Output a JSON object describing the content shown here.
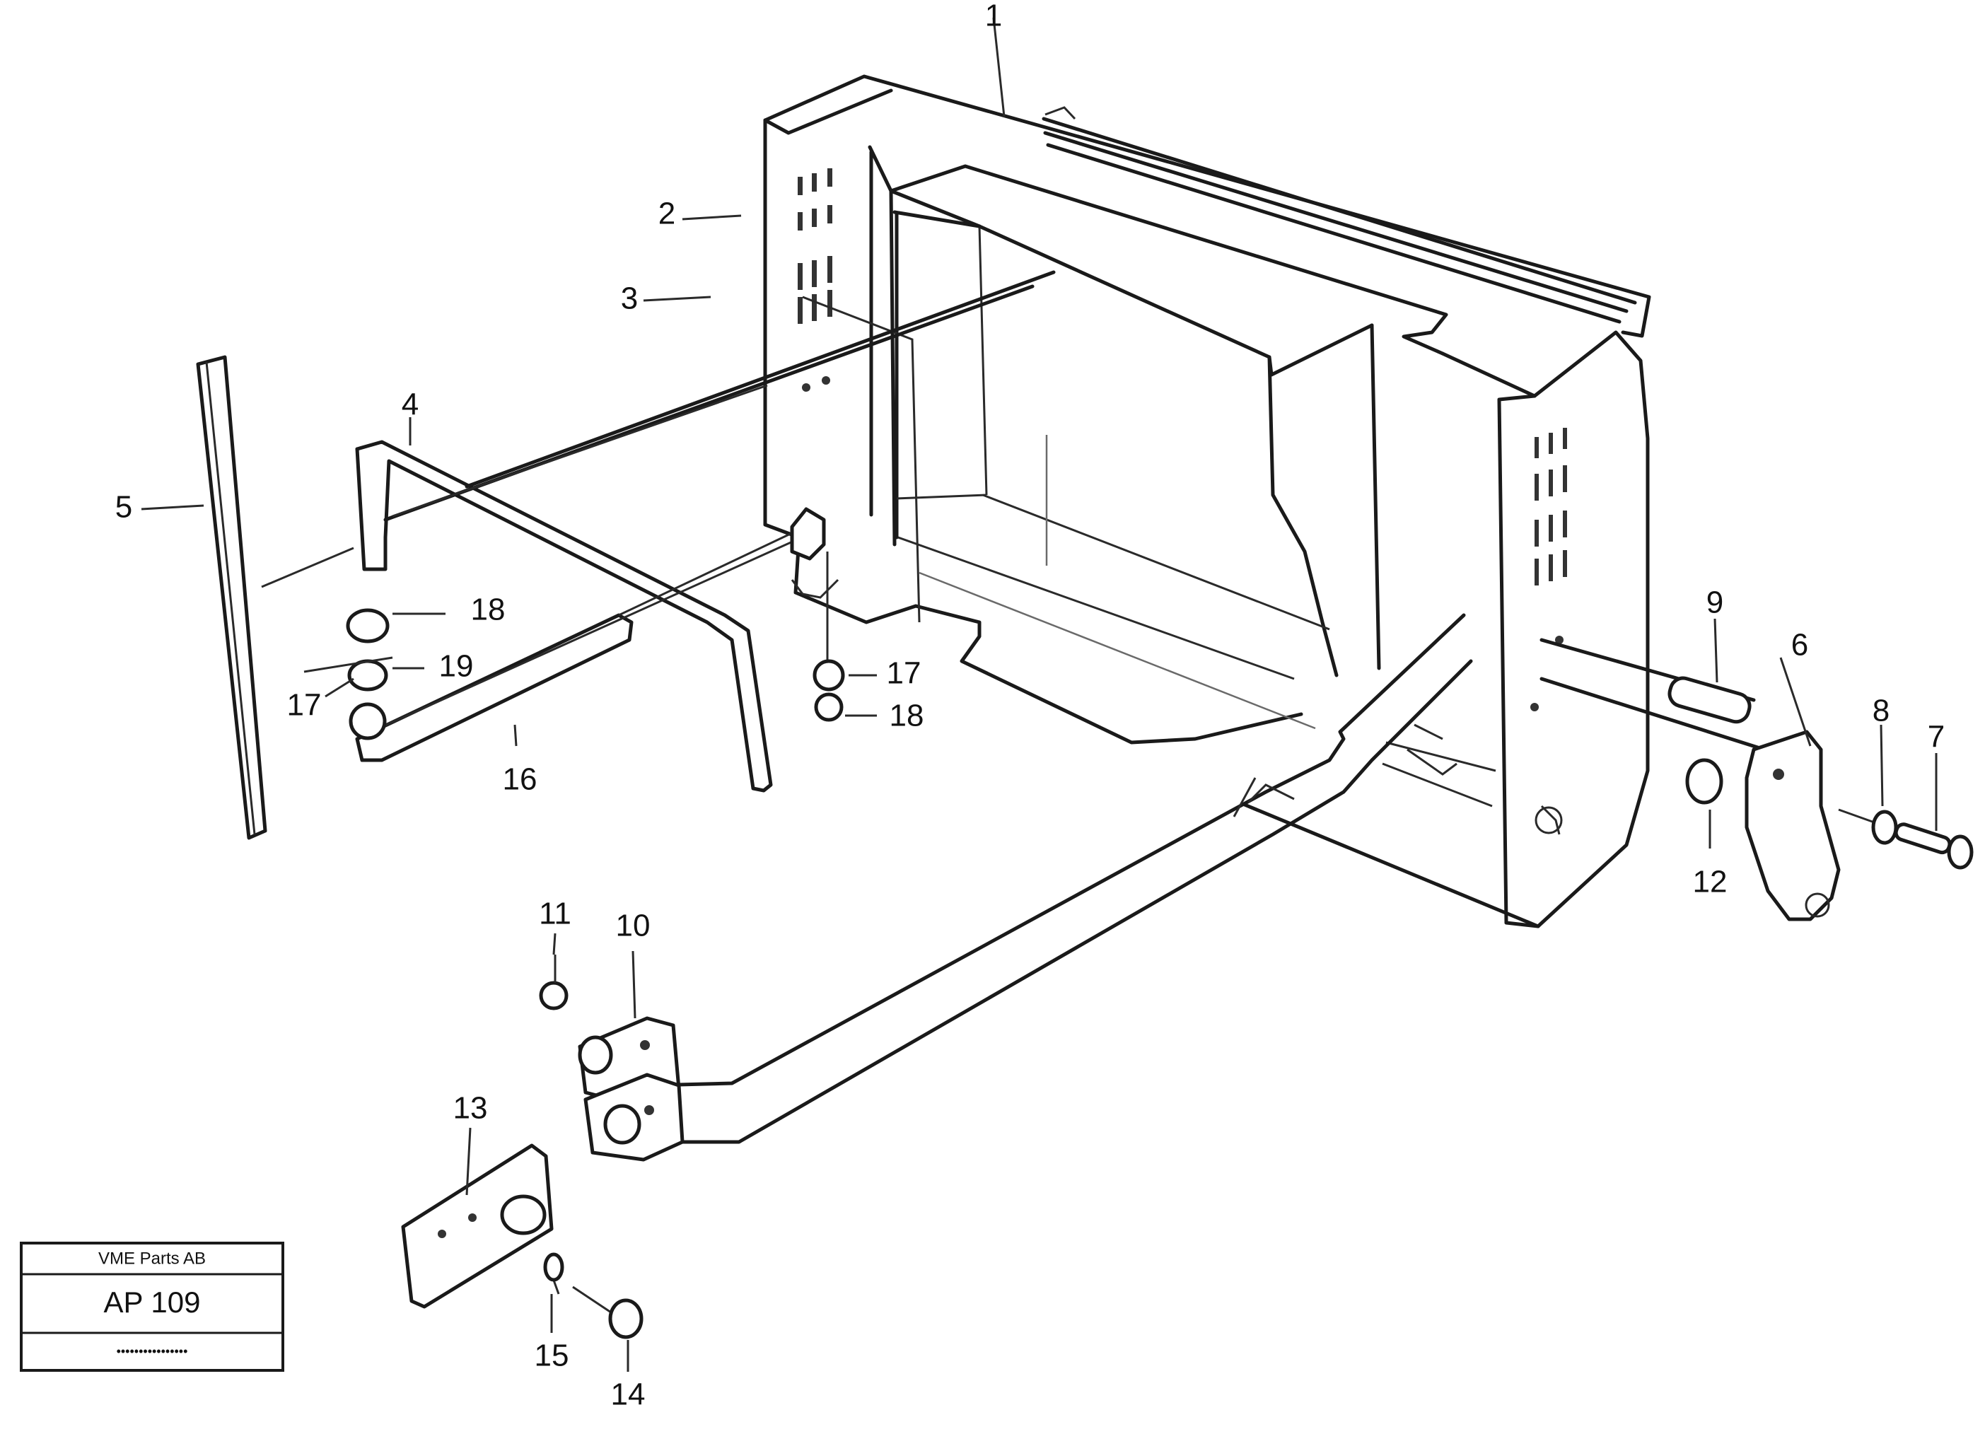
{
  "callouts": [
    {
      "id": "c1",
      "label": "1"
    },
    {
      "id": "c2",
      "label": "2"
    },
    {
      "id": "c3",
      "label": "3"
    },
    {
      "id": "c4",
      "label": "4"
    },
    {
      "id": "c5",
      "label": "5"
    },
    {
      "id": "c6",
      "label": "6"
    },
    {
      "id": "c7",
      "label": "7"
    },
    {
      "id": "c8",
      "label": "8"
    },
    {
      "id": "c9",
      "label": "9"
    },
    {
      "id": "c10",
      "label": "10"
    },
    {
      "id": "c11",
      "label": "11"
    },
    {
      "id": "c12",
      "label": "12"
    },
    {
      "id": "c13",
      "label": "13"
    },
    {
      "id": "c14",
      "label": "14"
    },
    {
      "id": "c15",
      "label": "15"
    },
    {
      "id": "c16",
      "label": "16"
    },
    {
      "id": "c17a",
      "label": "17"
    },
    {
      "id": "c17b",
      "label": "17"
    },
    {
      "id": "c18a",
      "label": "18"
    },
    {
      "id": "c18b",
      "label": "18"
    },
    {
      "id": "c19",
      "label": "19"
    }
  ],
  "title_block": {
    "top": "VME Parts AB",
    "code": "AP 109",
    "bottom": "••••••••••••••••"
  }
}
